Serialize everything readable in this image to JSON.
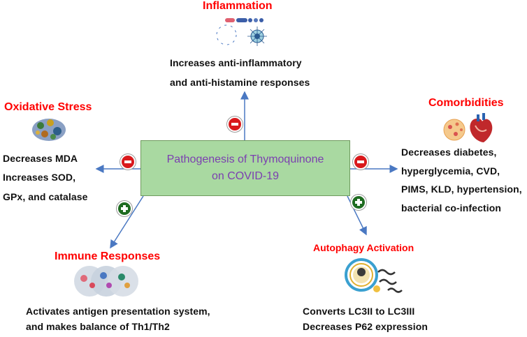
{
  "center": {
    "line1": "Pathogenesis of Thymoquinone",
    "line2": "on COVID-19"
  },
  "inflammation": {
    "title": "Inflammation",
    "lines": [
      "Increases anti-inflammatory",
      "and anti-histamine  responses"
    ],
    "effect": "decrease"
  },
  "oxidative_stress": {
    "title": "Oxidative Stress",
    "lines": [
      "Decreases MDA",
      "Increases SOD,",
      "GPx, and catalase"
    ],
    "effect": "decrease"
  },
  "comorbidities": {
    "title": "Comorbidities",
    "lines": [
      "Decreases diabetes,",
      "hyperglycemia, CVD,",
      "PIMS, KLD, hypertension,",
      "bacterial co-infection"
    ],
    "effect": "decrease"
  },
  "immune_responses": {
    "title": "Immune Responses",
    "lines": [
      "Activates antigen presentation system,",
      "and makes balance of Th1/Th2"
    ],
    "effect": "increase"
  },
  "autophagy": {
    "title": "Autophagy  Activation",
    "lines": [
      "Converts LC3II to LC3III",
      "Decreases P62 expression"
    ],
    "effect": "increase"
  },
  "colors": {
    "title_red": "#ff0000",
    "center_fill": "#a9d9a1",
    "center_text": "#7b3fb0",
    "arrow": "#4a78c2",
    "minus_badge": "#d9191c",
    "plus_badge": "#1e6b20"
  },
  "icons": [
    "inflammation-cells-icon",
    "oxidative-stress-icon",
    "comorbidities-organs-icon",
    "immune-cells-icon",
    "autophagy-icon"
  ]
}
